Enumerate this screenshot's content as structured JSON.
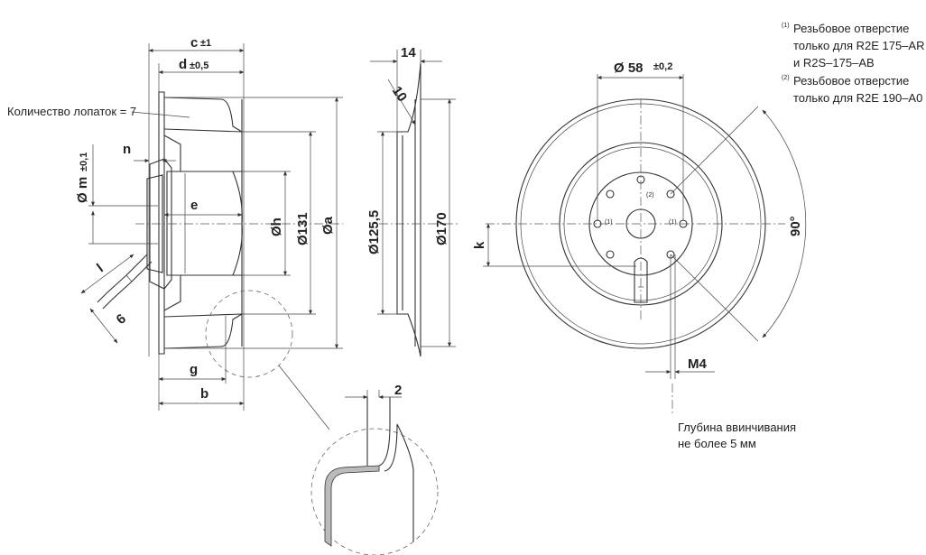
{
  "side_view": {
    "c_label": "c",
    "c_tol": "±1",
    "d_label": "d",
    "d_tol": "±0,5",
    "blades_note": "Количество лопаток = 7",
    "n_label": "n",
    "m_label": "Ø m",
    "m_tol": "±0,1",
    "e_label": "e",
    "h_label": "Øh",
    "d131_label": "Ø131",
    "a_label": "Øa",
    "l_label": "l",
    "six_label": "6",
    "g_label": "g",
    "b_label": "b"
  },
  "profile_view": {
    "w14_label": "14",
    "w10_label": "10",
    "d1255_label": "Ø125,5",
    "d170_label": "Ø170"
  },
  "detail": {
    "two_label": "2"
  },
  "front_view": {
    "d58_label": "Ø 58",
    "d58_tol": "±0,2",
    "k_label": "k",
    "angle_label": "90°",
    "m4_label": "M4",
    "hole_mark_1": "(1)",
    "hole_mark_2": "(2)",
    "depth_note_line1": "Глубина ввинчивания",
    "depth_note_line2": "не более 5 мм"
  },
  "footnotes": {
    "fn1_mark": "(1)",
    "fn1_line1": "Резьбовое отверстие",
    "fn1_line2": "только для R2E 175–AR",
    "fn1_line3": "и R2S–175–AB",
    "fn2_mark": "(2)",
    "fn2_line1": "Резьбовое отверстие",
    "fn2_line2": "только для R2E 190–A0"
  }
}
